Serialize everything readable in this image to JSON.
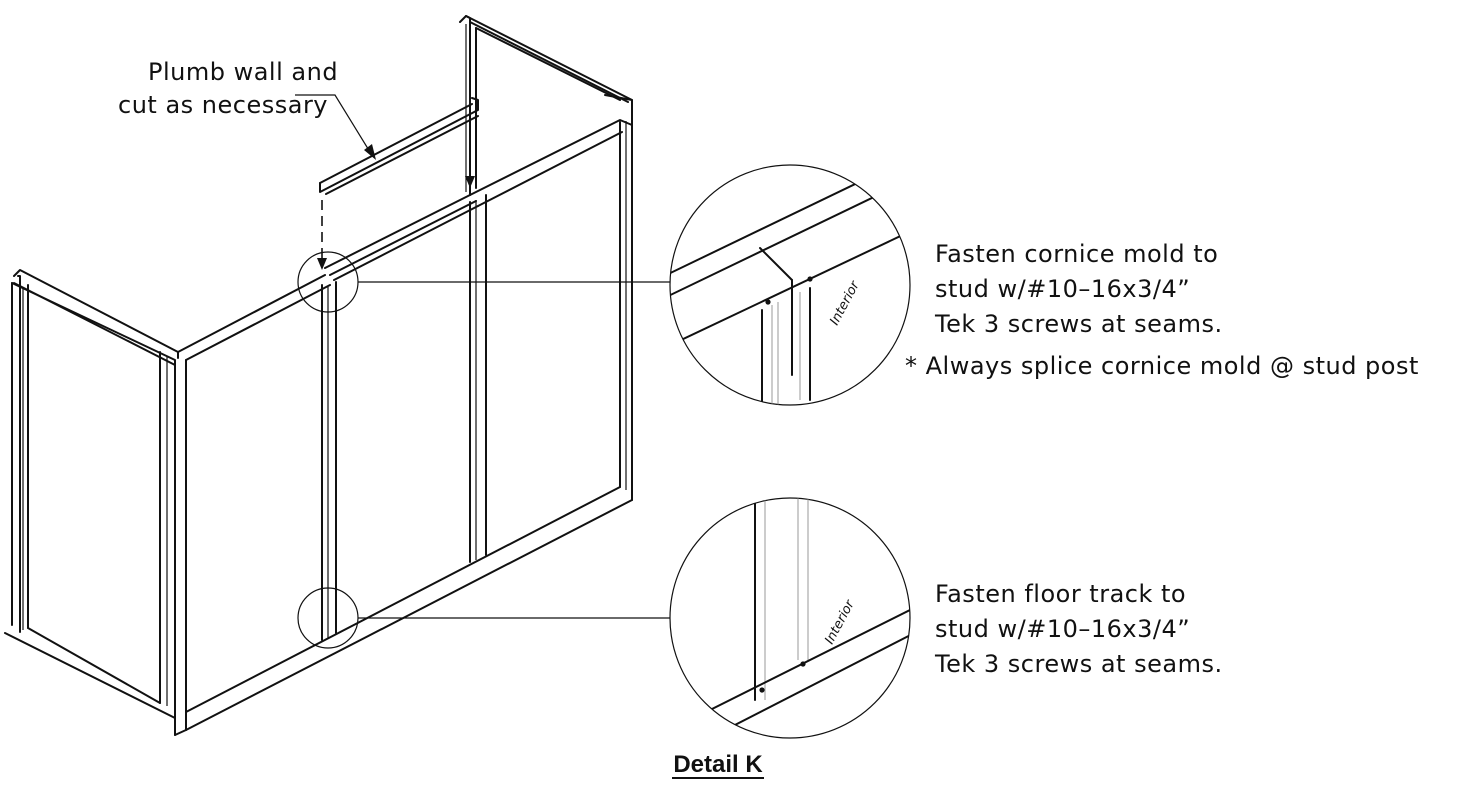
{
  "callouts": {
    "plumb_line1": "Plumb wall and",
    "plumb_line2": "cut as necessary",
    "top_line1": "Fasten cornice mold to",
    "top_line2": "stud w/#10–16x3/4”",
    "top_line3": "Tek 3 screws at seams.",
    "top_note": "* Always splice cornice mold @ stud post",
    "bottom_line1": "Fasten floor track to",
    "bottom_line2": "stud w/#10–16x3/4”",
    "bottom_line3": "Tek 3 screws at seams."
  },
  "detail_labels": {
    "top_interior": "Interior",
    "bottom_interior": "Interior"
  },
  "figure_title": "Detail K",
  "colors": {
    "ink": "#111111",
    "background": "#ffffff"
  }
}
